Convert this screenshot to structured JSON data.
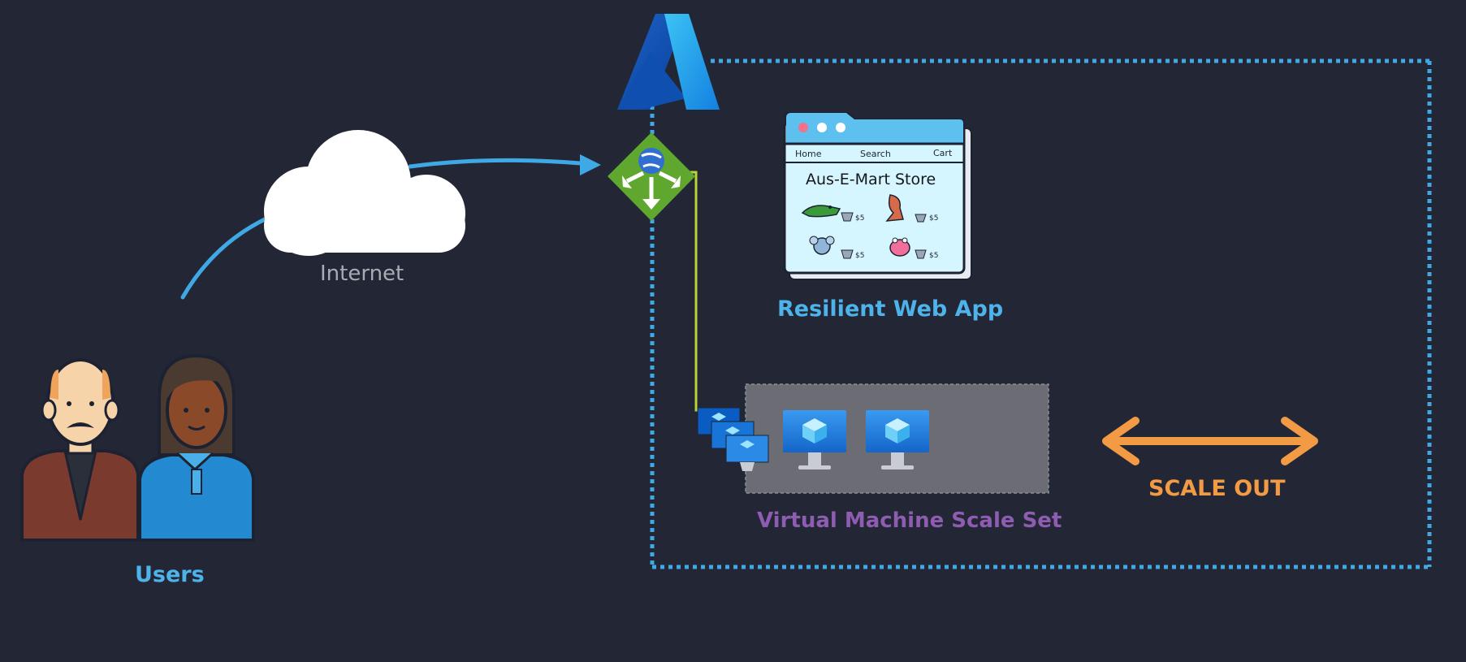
{
  "labels": {
    "users": "Users",
    "internet": "Internet",
    "web_app": "Resilient Web App",
    "vmss": "Virtual Machine Scale Set",
    "scale_out": "SCALE OUT"
  },
  "store": {
    "title": "Aus-E-Mart Store",
    "nav": [
      "Home",
      "Search",
      "Cart"
    ],
    "prices": [
      "$5",
      "$5",
      "$5",
      "$5"
    ]
  },
  "icons": {
    "users": [
      "man-user-icon",
      "woman-user-icon"
    ],
    "internet": "cloud-icon",
    "provider": "azure-logo-icon",
    "gateway": "application-gateway-icon",
    "instances": [
      "vm-instance-icon",
      "vm-instance-icon"
    ],
    "scale_set": "vm-scale-set-icon",
    "products": [
      "crocodile-icon",
      "kangaroo-icon",
      "koala-icon",
      "frog-icon"
    ],
    "cart": "cart-icon"
  },
  "colors": {
    "background": "#232735",
    "accent_blue": "#4db3ea",
    "boundary": "#3fa9e6",
    "connector_green": "#b8d433",
    "vmss_purple": "#8e5cb0",
    "scale_orange": "#f39a45",
    "gateway_green": "#5fa72e"
  }
}
